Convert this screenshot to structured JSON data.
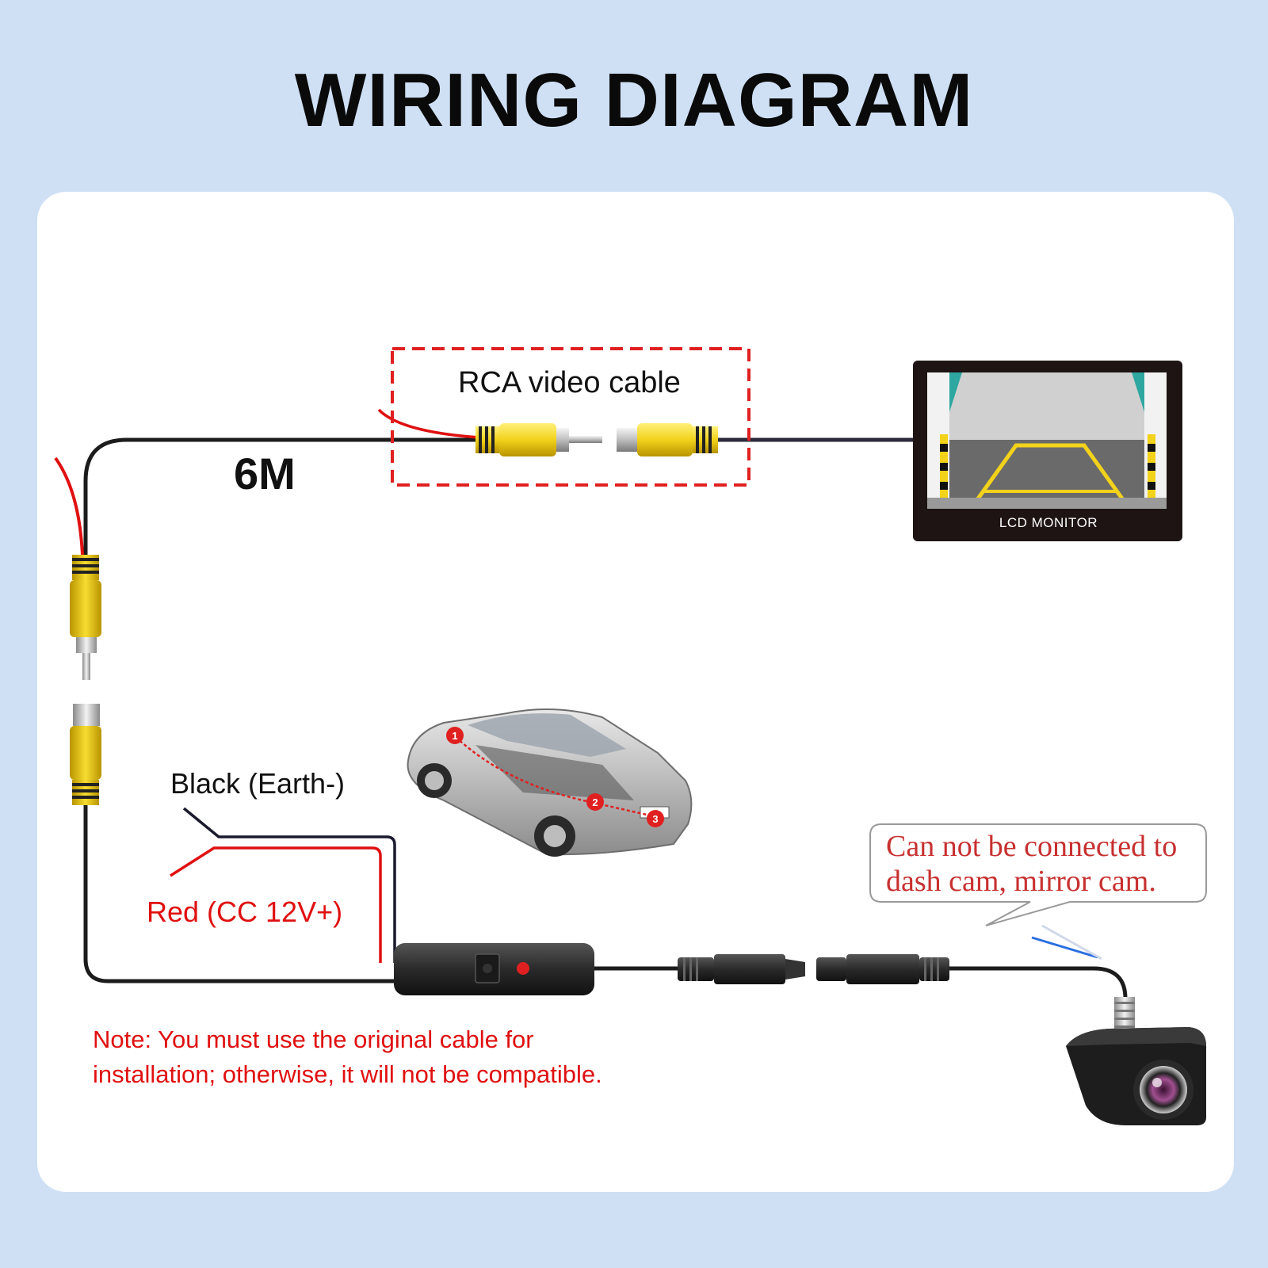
{
  "title": "WIRING DIAGRAM",
  "rca_label": "RCA video cable",
  "cable_length": "6M",
  "monitor_label": "LCD MONITOR",
  "black_wire_label": "Black (Earth-)",
  "red_wire_label": "Red (CC 12V+)",
  "callout": {
    "line1": "Can not be connected to",
    "line2": "dash cam, mirror cam."
  },
  "note": {
    "line1": "Note: You must use the original cable for",
    "line2": "installation; otherwise, it will not be compatible."
  },
  "car_markers": [
    "1",
    "2",
    "3"
  ],
  "colors": {
    "background": "#cfe0f5",
    "panel": "#ffffff",
    "cable": "#1c1c1c",
    "rca_yellow": "#f2d21b",
    "red_wire": "#e01010",
    "dashed_box": "#e02020"
  }
}
